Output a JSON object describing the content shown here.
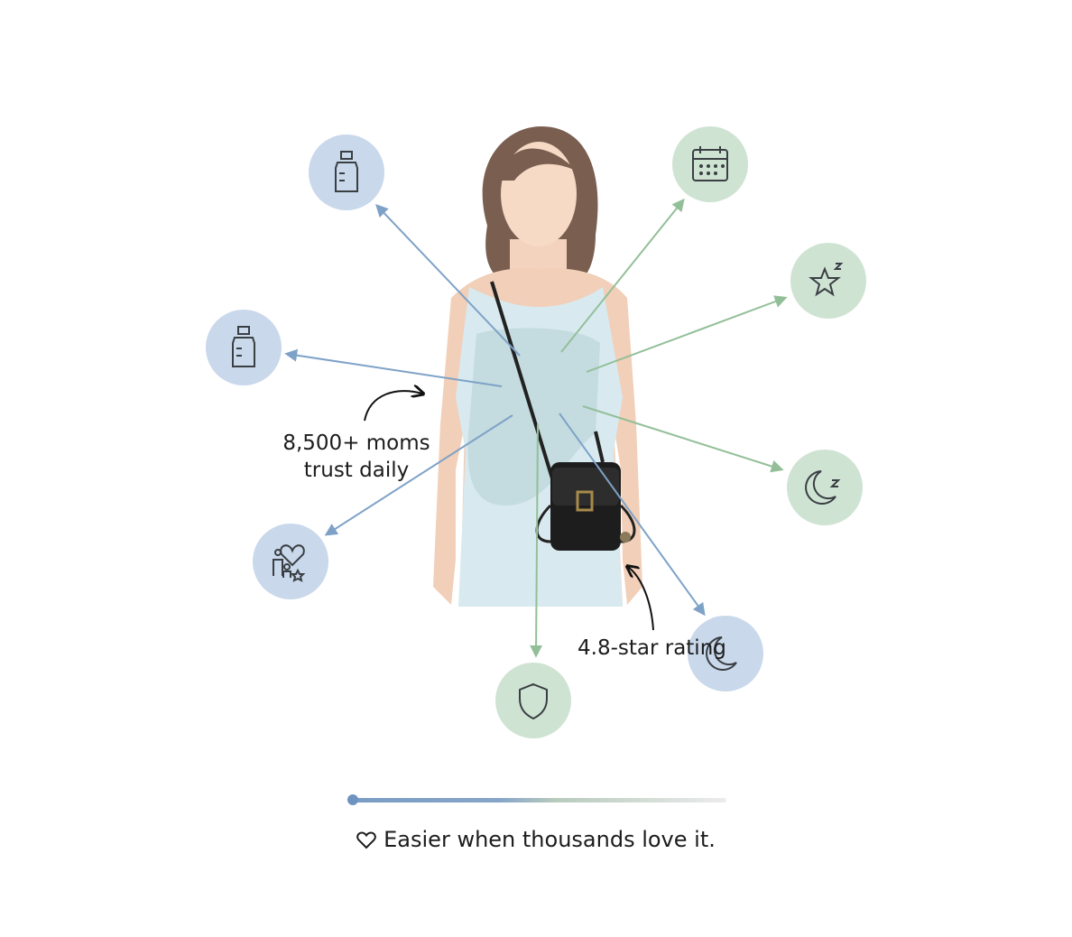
{
  "callouts": {
    "moms": "8,500+ moms trust daily",
    "rating": "4.8-star rating"
  },
  "progress": {
    "value": 0.0
  },
  "tagline": {
    "icon": "heart-outline-icon",
    "text": "Easier when thousands love it."
  },
  "colors": {
    "blue_circle": "#c9d8ea",
    "green_circle": "#cfe3d3",
    "blue_arrow": "#7ea2c7",
    "green_arrow": "#93bf98"
  },
  "icons": [
    "baby-bottle-icon",
    "baby-bottle-icon",
    "family-heart-icon",
    "calendar-icon",
    "star-sleep-icon",
    "moon-sleep-icon",
    "moon-icon",
    "shield-icon"
  ]
}
